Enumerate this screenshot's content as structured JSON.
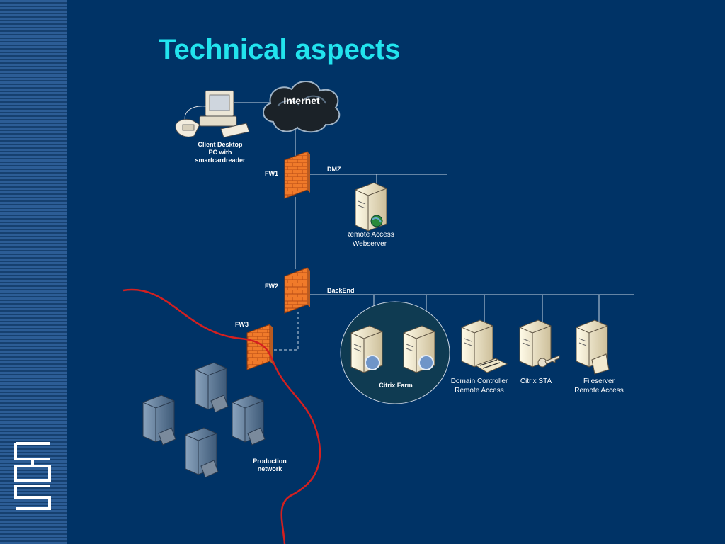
{
  "slide": {
    "title": "Technical aspects"
  },
  "nodes": {
    "internet": "Internet",
    "client_line1": "Client Desktop",
    "client_line2": "PC with",
    "client_line3": "smartcardreader",
    "fw1": "FW1",
    "fw2": "FW2",
    "fw3": "FW3",
    "dmz": "DMZ",
    "backend": "BackEnd",
    "webserver_line1": "Remote Access",
    "webserver_line2": "Webserver",
    "citrix_farm": "Citrix Farm",
    "dc_line1": "Domain Controller",
    "dc_line2": "Remote Access",
    "citrix_sta": "Citrix STA",
    "fileserver_line1": "Fileserver",
    "fileserver_line2": "Remote Access",
    "production_line1": "Production",
    "production_line2": "network"
  },
  "colors": {
    "background": "#003366",
    "title": "#22e4ee",
    "firewall": "#f07a2a",
    "production_line": "#d42020",
    "server": "#f2ead0",
    "production_server": "#5c7896"
  },
  "logo": {
    "text": "cbs"
  }
}
